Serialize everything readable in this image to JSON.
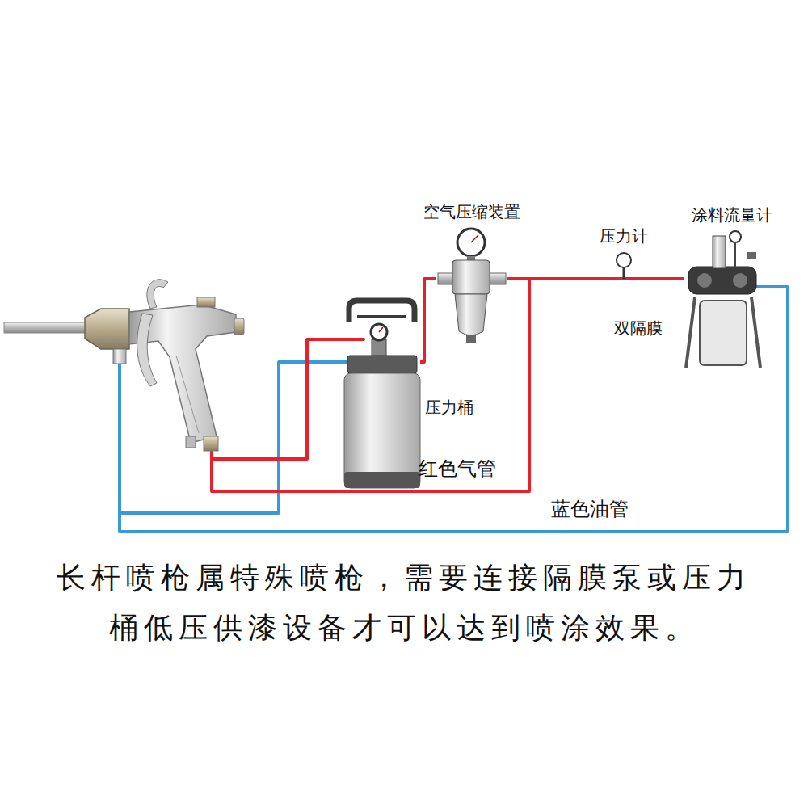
{
  "diagram": {
    "caption": "长杆喷枪属特殊喷枪，需要连接隔膜泵或压力桶低压供漆设备才可以达到喷涂效果。",
    "nodes": [
      {
        "text": [
          "空气压缩装置"
        ]
      },
      {
        "text": [
          "压力计"
        ]
      },
      {
        "text": [
          "涂料流量计",
          "双隔膜"
        ]
      },
      {
        "text": [
          "压力桶"
        ]
      }
    ],
    "edges": [
      {
        "from": 0,
        "to": 3,
        "arrow": "none"
      },
      {
        "from": 0,
        "to": 1,
        "arrow": "none"
      },
      {
        "from": 1,
        "to": 2,
        "arrow": "none"
      }
    ],
    "labels": [
      "红色气管",
      "蓝色油管"
    ]
  }
}
